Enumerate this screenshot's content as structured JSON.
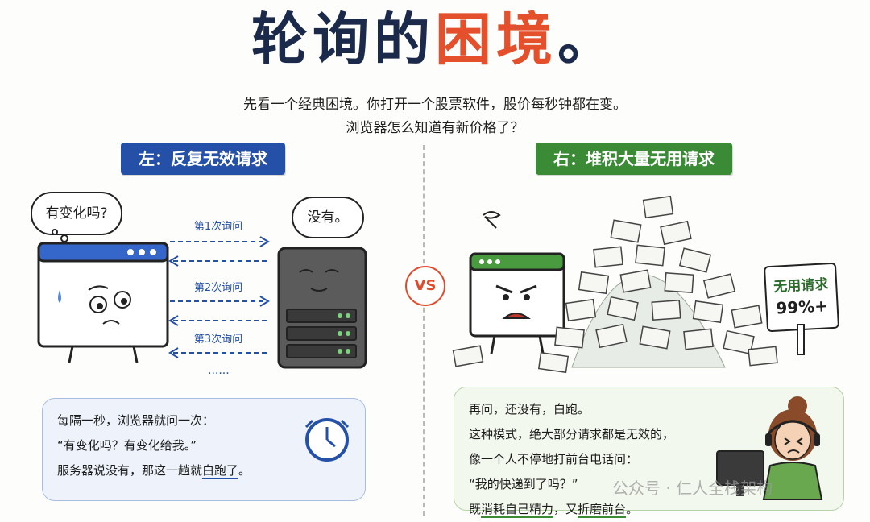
{
  "title": {
    "part1": "轮询的",
    "part2": "困境",
    "part3": "。"
  },
  "intro": {
    "line1": "先看一个经典困境。你打开一个股票软件，股价每秒钟都在变。",
    "line2": "浏览器怎么知道有新价格了？"
  },
  "left": {
    "header": "左：反复无效请求",
    "browser_bubble": "有变化吗?",
    "server_bubble": "没有。",
    "arrows": [
      "第1次询问",
      "第2次询问",
      "第3次询问"
    ],
    "more": "......",
    "panel": {
      "line1": "每隔一秒，浏览器就问一次：",
      "line2": "“有变化吗？有变化给我。”",
      "line3_prefix": "服务器说没有，那这一趟就",
      "line3_highlight": "白跑了",
      "line3_suffix": "。"
    }
  },
  "vs": "VS",
  "right": {
    "header": "右：堆积大量无用请求",
    "sign": {
      "line1": "无用请求",
      "line2": "99%+"
    },
    "panel": {
      "line1": "再问，还没有，白跑。",
      "line2": "这种模式，绝大部分请求都是无效的，",
      "line3": "像一个人不停地打前台电话问：",
      "line4": "“我的快递到了吗？”",
      "line5_prefix": "既",
      "line5_h1": "消耗自己精力",
      "line5_mid": "，又",
      "line5_h2": "折磨前台",
      "line5_suffix": "。"
    }
  },
  "watermark": "公众号 · 仁人全栈架构",
  "colors": {
    "blue": "#2450a8",
    "green": "#3b8a35",
    "red": "#e04a2a",
    "navy": "#1b2a4a",
    "orange": "#e4502b"
  },
  "icons": [
    "browser-window-icon",
    "server-tower-icon",
    "clock-icon",
    "envelope-pile-icon",
    "sign-board-icon",
    "stressed-person-icon"
  ]
}
